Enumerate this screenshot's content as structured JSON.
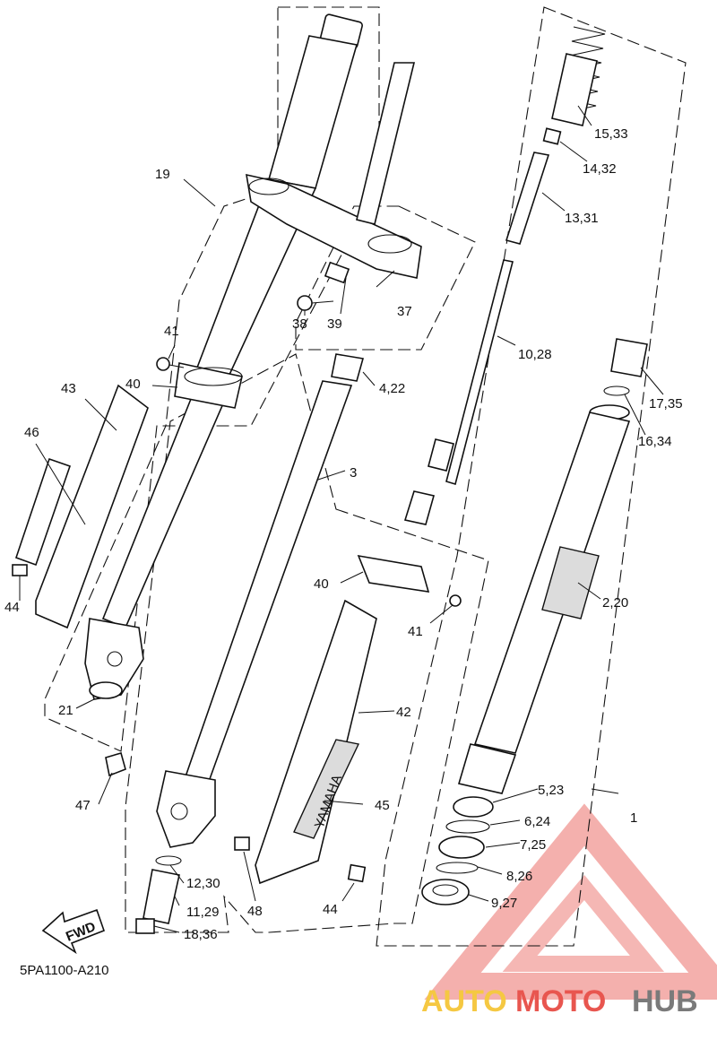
{
  "diagram_code": "5PA1100-A210",
  "fwd_label": "FWD",
  "brand_on_guard": "YAMAHA",
  "watermark": {
    "part1": "AUTO",
    "part2": "MOTO",
    "part3": "HUB",
    "color_yellow": "#f5c842",
    "color_red": "#e8564f",
    "color_gray": "#7a7a7a"
  },
  "callouts": [
    {
      "id": "c-1",
      "text": "1"
    },
    {
      "id": "c-2-20",
      "text": "2,20"
    },
    {
      "id": "c-3",
      "text": "3"
    },
    {
      "id": "c-4-22",
      "text": "4,22"
    },
    {
      "id": "c-5-23",
      "text": "5,23"
    },
    {
      "id": "c-6-24",
      "text": "6,24"
    },
    {
      "id": "c-7-25",
      "text": "7,25"
    },
    {
      "id": "c-8-26",
      "text": "8,26"
    },
    {
      "id": "c-9-27",
      "text": "9,27"
    },
    {
      "id": "c-10-28",
      "text": "10,28"
    },
    {
      "id": "c-11-29",
      "text": "11,29"
    },
    {
      "id": "c-12-30",
      "text": "12,30"
    },
    {
      "id": "c-13-31",
      "text": "13,31"
    },
    {
      "id": "c-14-32",
      "text": "14,32"
    },
    {
      "id": "c-15-33",
      "text": "15,33"
    },
    {
      "id": "c-16-34",
      "text": "16,34"
    },
    {
      "id": "c-17-35",
      "text": "17,35"
    },
    {
      "id": "c-18-36",
      "text": "18,36"
    },
    {
      "id": "c-19",
      "text": "19"
    },
    {
      "id": "c-21",
      "text": "21"
    },
    {
      "id": "c-37",
      "text": "37"
    },
    {
      "id": "c-38",
      "text": "38"
    },
    {
      "id": "c-39",
      "text": "39"
    },
    {
      "id": "c-40a",
      "text": "40"
    },
    {
      "id": "c-40b",
      "text": "40"
    },
    {
      "id": "c-41a",
      "text": "41"
    },
    {
      "id": "c-41b",
      "text": "41"
    },
    {
      "id": "c-42",
      "text": "42"
    },
    {
      "id": "c-43",
      "text": "43"
    },
    {
      "id": "c-44a",
      "text": "44"
    },
    {
      "id": "c-44b",
      "text": "44"
    },
    {
      "id": "c-45",
      "text": "45"
    },
    {
      "id": "c-46",
      "text": "46"
    },
    {
      "id": "c-47",
      "text": "47"
    },
    {
      "id": "c-48",
      "text": "48"
    }
  ]
}
